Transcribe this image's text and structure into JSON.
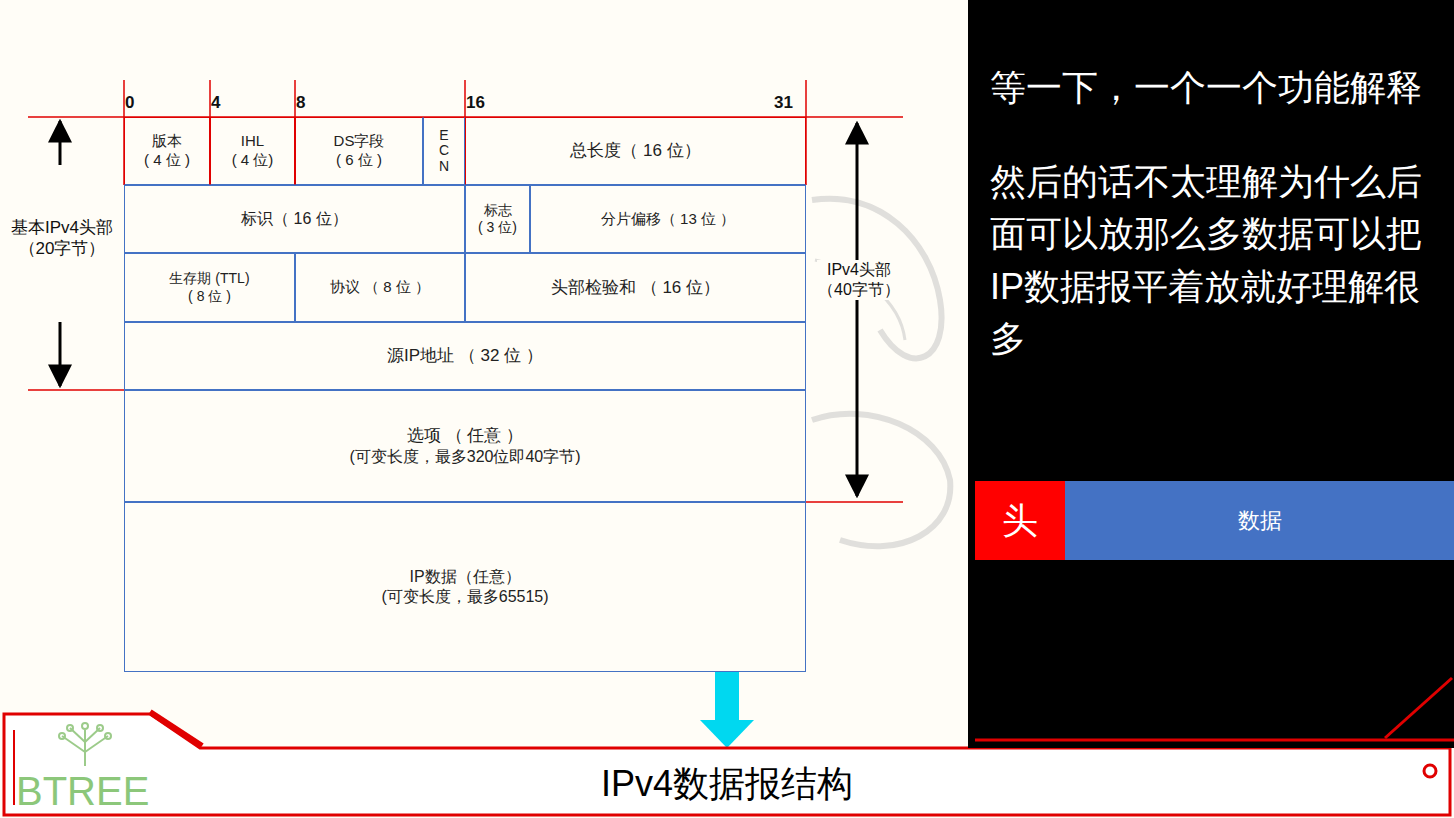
{
  "diagram": {
    "title": "IPv4数据报结构",
    "nodes": [
      {
        "text": [
          "版本",
          "( 4 位 )"
        ]
      },
      {
        "text": [
          "IHL",
          "( 4 位)"
        ]
      },
      {
        "text": [
          "DS字段",
          "( 6 位 )"
        ]
      },
      {
        "text": [
          "ECN"
        ]
      },
      {
        "text": [
          "总长度（ 16 位）"
        ]
      },
      {
        "text": [
          "标识（ 16 位）"
        ]
      },
      {
        "text": [
          "标志",
          "( 3 位)"
        ]
      },
      {
        "text": [
          "分片偏移（ 13 位 ）"
        ]
      },
      {
        "text": [
          "生存期 (TTL)",
          "( 8 位 )"
        ]
      },
      {
        "text": [
          "协议 （ 8 位 ）"
        ]
      },
      {
        "text": [
          "头部检验和 （ 16 位）"
        ]
      },
      {
        "text": [
          "源IP地址 （ 32 位 ）"
        ]
      },
      {
        "text": [
          "选项 （ 任意 ）",
          "(可变长度，最多320位即40字节)"
        ]
      },
      {
        "text": [
          "IP数据（任意）",
          "(可变长度，最多65515)"
        ]
      },
      {
        "text": [
          "等一下，一个一个功能解释",
          "然后的话不太理解为什么后面可以放那么多数据可以把IP数据报平着放就好理解很多"
        ]
      },
      {
        "text": [
          "头"
        ],
        "in": 14
      },
      {
        "text": [
          "数据"
        ],
        "in": 14
      }
    ],
    "labels": [
      "0",
      "4",
      "8",
      "16",
      "31",
      "基本IPv4头部 （20字节）",
      "IPv4头部 （40字节）",
      "BTREE"
    ]
  }
}
